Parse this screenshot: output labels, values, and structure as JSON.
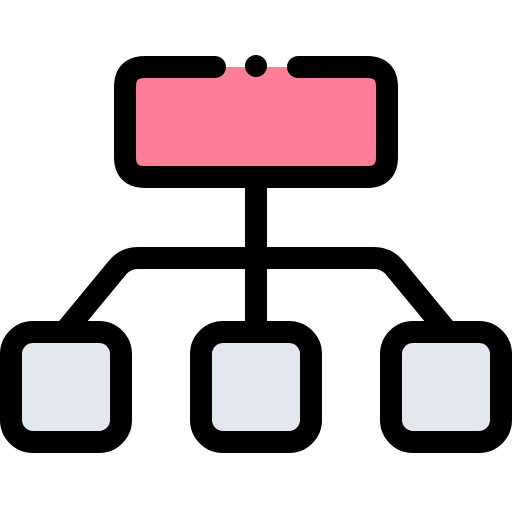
{
  "icon": {
    "name": "hierarchy-structure-icon",
    "colors": {
      "outline": "#000000",
      "parent_fill": "#ff7e97",
      "child_fill": "#e3e7ef",
      "background": "#ffffff"
    },
    "parent_node": {
      "name": "parent-node"
    },
    "child_nodes": [
      {
        "name": "child-node-left"
      },
      {
        "name": "child-node-center"
      },
      {
        "name": "child-node-right"
      }
    ]
  }
}
